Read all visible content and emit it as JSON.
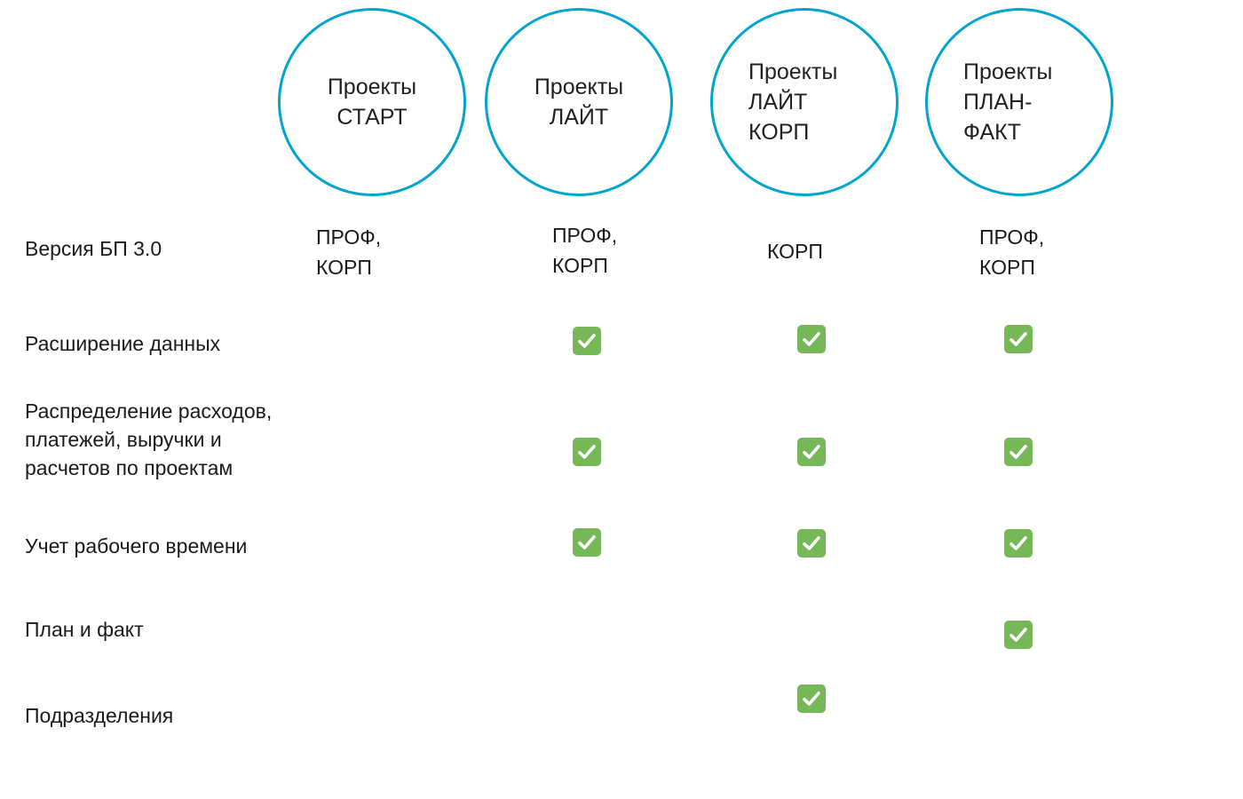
{
  "theme": {
    "background": "#ffffff",
    "circle_stroke": "#00a5cf",
    "check_fill": "#76b857",
    "check_glyph": "#ffffff",
    "text": "#1a1a1a"
  },
  "columns": [
    {
      "id": "start",
      "circle_label": "Проекты\nСТАРТ",
      "circle_align": "center",
      "version": "ПРОФ,\nКОРП"
    },
    {
      "id": "lite",
      "circle_label": "Проекты\nЛАЙТ",
      "circle_align": "center",
      "version": "ПРОФ,\nКОРП"
    },
    {
      "id": "lite-korp",
      "circle_label": "Проекты\nЛАЙТ\nКОРП",
      "circle_align": "left",
      "version": "КОРП"
    },
    {
      "id": "plan-fact",
      "circle_label": "Проекты\nПЛАН-\nФАКТ",
      "circle_align": "left",
      "version": "ПРОФ,\nКОРП"
    }
  ],
  "rows": [
    {
      "id": "version",
      "label": "Версия БП 3.0",
      "type": "text",
      "values": [
        "ПРОФ,\nКОРП",
        "ПРОФ,\nКОРП",
        "КОРП",
        "ПРОФ,\nКОРП"
      ]
    },
    {
      "id": "data-extension",
      "label": "Расширение данных",
      "type": "check",
      "values": [
        false,
        true,
        true,
        true
      ]
    },
    {
      "id": "allocation",
      "label": "Распределение расходов,\nплатежей, выручки и\nрасчетов по проектам",
      "type": "check",
      "values": [
        false,
        true,
        true,
        true
      ]
    },
    {
      "id": "time-tracking",
      "label": "Учет рабочего времени",
      "type": "check",
      "values": [
        false,
        true,
        true,
        true
      ]
    },
    {
      "id": "plan-fact",
      "label": "План и факт",
      "type": "check",
      "values": [
        false,
        false,
        false,
        true
      ]
    },
    {
      "id": "subdivisions",
      "label": "Подразделения",
      "type": "check",
      "values": [
        false,
        false,
        true,
        false
      ]
    }
  ],
  "icons": {
    "check": "check-mark-icon"
  }
}
